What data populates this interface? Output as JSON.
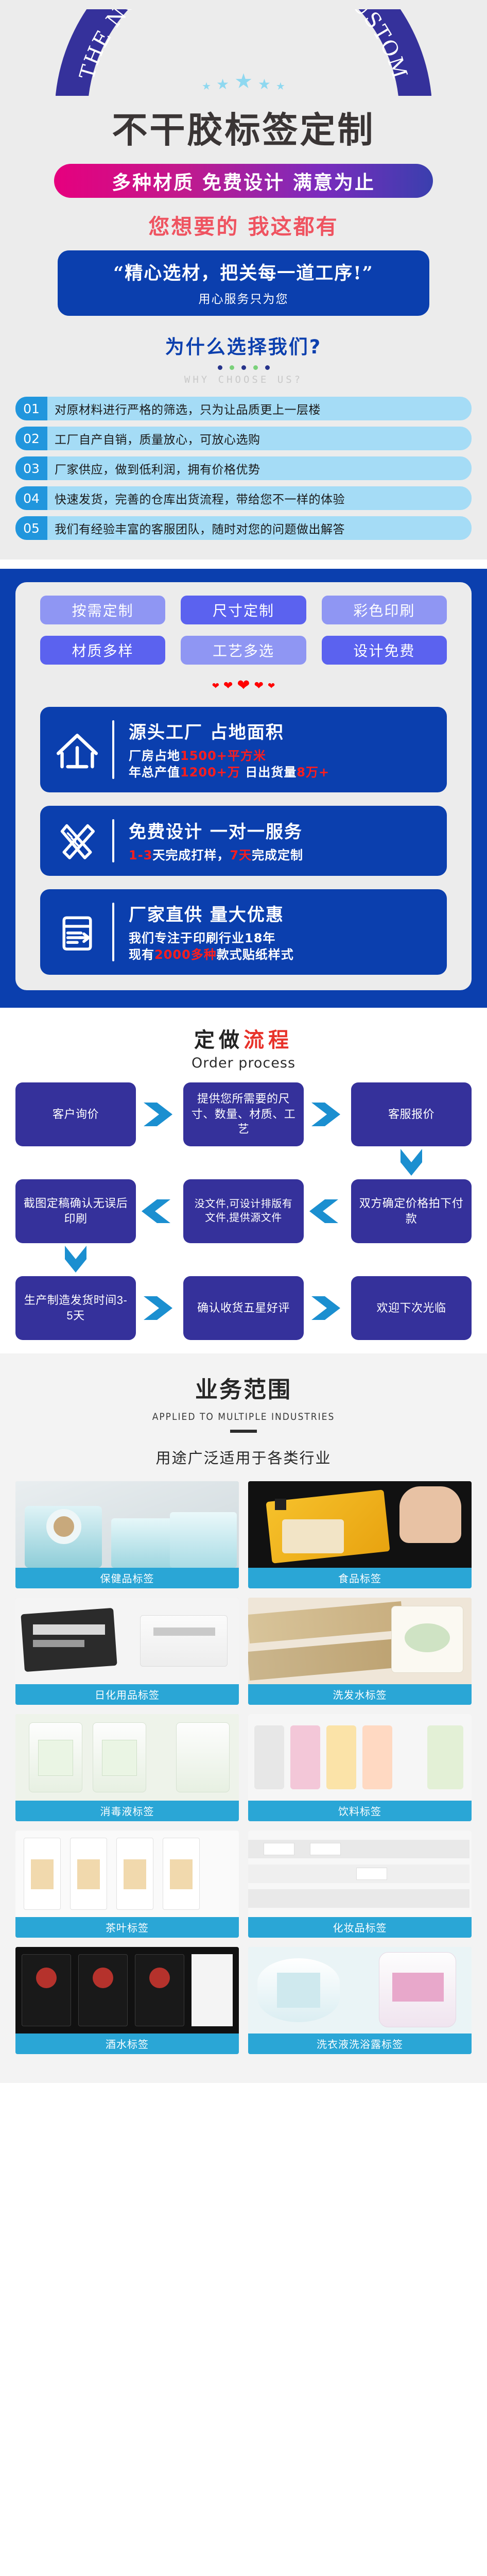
{
  "hero": {
    "arc_text": "THE NON-DRYING LABEL CUSTOM",
    "title": "不干胶标签定制",
    "pill": "多种材质 免费设计 满意为止",
    "red_line": "您想要的 我这都有",
    "quote_main": "“精心选材，把关每一道工序!”",
    "quote_sub": "用心服务只为您",
    "why_title": "为什么选择我们?",
    "why_en": "WHY CHOOSE US?"
  },
  "reasons": [
    {
      "num": "01",
      "text": "对原材料进行严格的筛选，只为让品质更上一层楼"
    },
    {
      "num": "02",
      "text": "工厂自产自销，质量放心，可放心选购"
    },
    {
      "num": "03",
      "text": "厂家供应，做到低利润，拥有价格优势"
    },
    {
      "num": "04",
      "text": "快速发货，完善的仓库出货流程，带给您不一样的体验"
    },
    {
      "num": "05",
      "text": "我们有经验丰富的客服团队，随时对您的问题做出解答"
    }
  ],
  "tags": [
    {
      "label": "按需定制",
      "style": "light"
    },
    {
      "label": "尺寸定制",
      "style": "dark"
    },
    {
      "label": "彩色印刷",
      "style": "light"
    },
    {
      "label": "材质多样",
      "style": "dark"
    },
    {
      "label": "工艺多选",
      "style": "light"
    },
    {
      "label": "设计免费",
      "style": "dark"
    }
  ],
  "features": [
    {
      "icon": "factory-house-icon",
      "head": "源头工厂 占地面积",
      "sub_line1_pre": "厂房占地",
      "sub_line1_hl": "1500+平方米",
      "sub_line1_post": "",
      "sub_line2_pre": "年总产值",
      "sub_line2_hl": "1200+万",
      "sub_line2_mid": " 日出货量",
      "sub_line2_hl2": "8万+"
    },
    {
      "icon": "pencil-design-icon",
      "head": "免费设计 一对一服务",
      "sub_line1_pre": "",
      "sub_line1_hl": "1-3",
      "sub_line1_post": "天完成打样，",
      "sub_line1_hl2": "7天",
      "sub_line1_post2": "完成定制"
    },
    {
      "icon": "shipping-box-arrow-icon",
      "head": "厂家直供 量大优惠",
      "sub_line1": "我们专注于印刷行业18年",
      "sub_line2_pre": "现有",
      "sub_line2_hl": "2000多种",
      "sub_line2_post": "款式贴纸样式"
    }
  ],
  "process": {
    "title_black": "定做",
    "title_red": "流程",
    "title_en": "Order process",
    "steps_row1": [
      "客户询价",
      "提供您所需要的尺寸、数量、材质、工艺",
      "客服报价"
    ],
    "steps_row2": [
      "截图定稿确认无误后印刷",
      "没文件,可设计排版有文件,提供源文件",
      "双方确定价格拍下付款"
    ],
    "steps_row3": [
      "生产制造发货时间3-5天",
      "确认收货五星好评",
      "欢迎下次光临"
    ]
  },
  "scope": {
    "title": "业务范围",
    "title_en": "APPLIED TO MULTIPLE INDUSTRIES",
    "subtitle": "用途广泛适用于各类行业",
    "items": [
      {
        "caption": "保健品标签"
      },
      {
        "caption": "食品标签"
      },
      {
        "caption": "日化用品标签"
      },
      {
        "caption": "洗发水标签"
      },
      {
        "caption": "消毒液标签"
      },
      {
        "caption": "饮料标签"
      },
      {
        "caption": "茶叶标签"
      },
      {
        "caption": "化妆品标签"
      },
      {
        "caption": "酒水标签"
      },
      {
        "caption": "洗衣液洗浴露标签"
      }
    ]
  },
  "colors": {
    "brand_blue": "#0b3fae",
    "arc_blue": "#35319b",
    "accent_red": "#e8322a",
    "tag_light": "#8f96f3",
    "tag_dark": "#5b62ef",
    "caption_teal": "#2aa6d6",
    "reason_bg": "#a5dcf6",
    "reason_num": "#2196dd"
  }
}
